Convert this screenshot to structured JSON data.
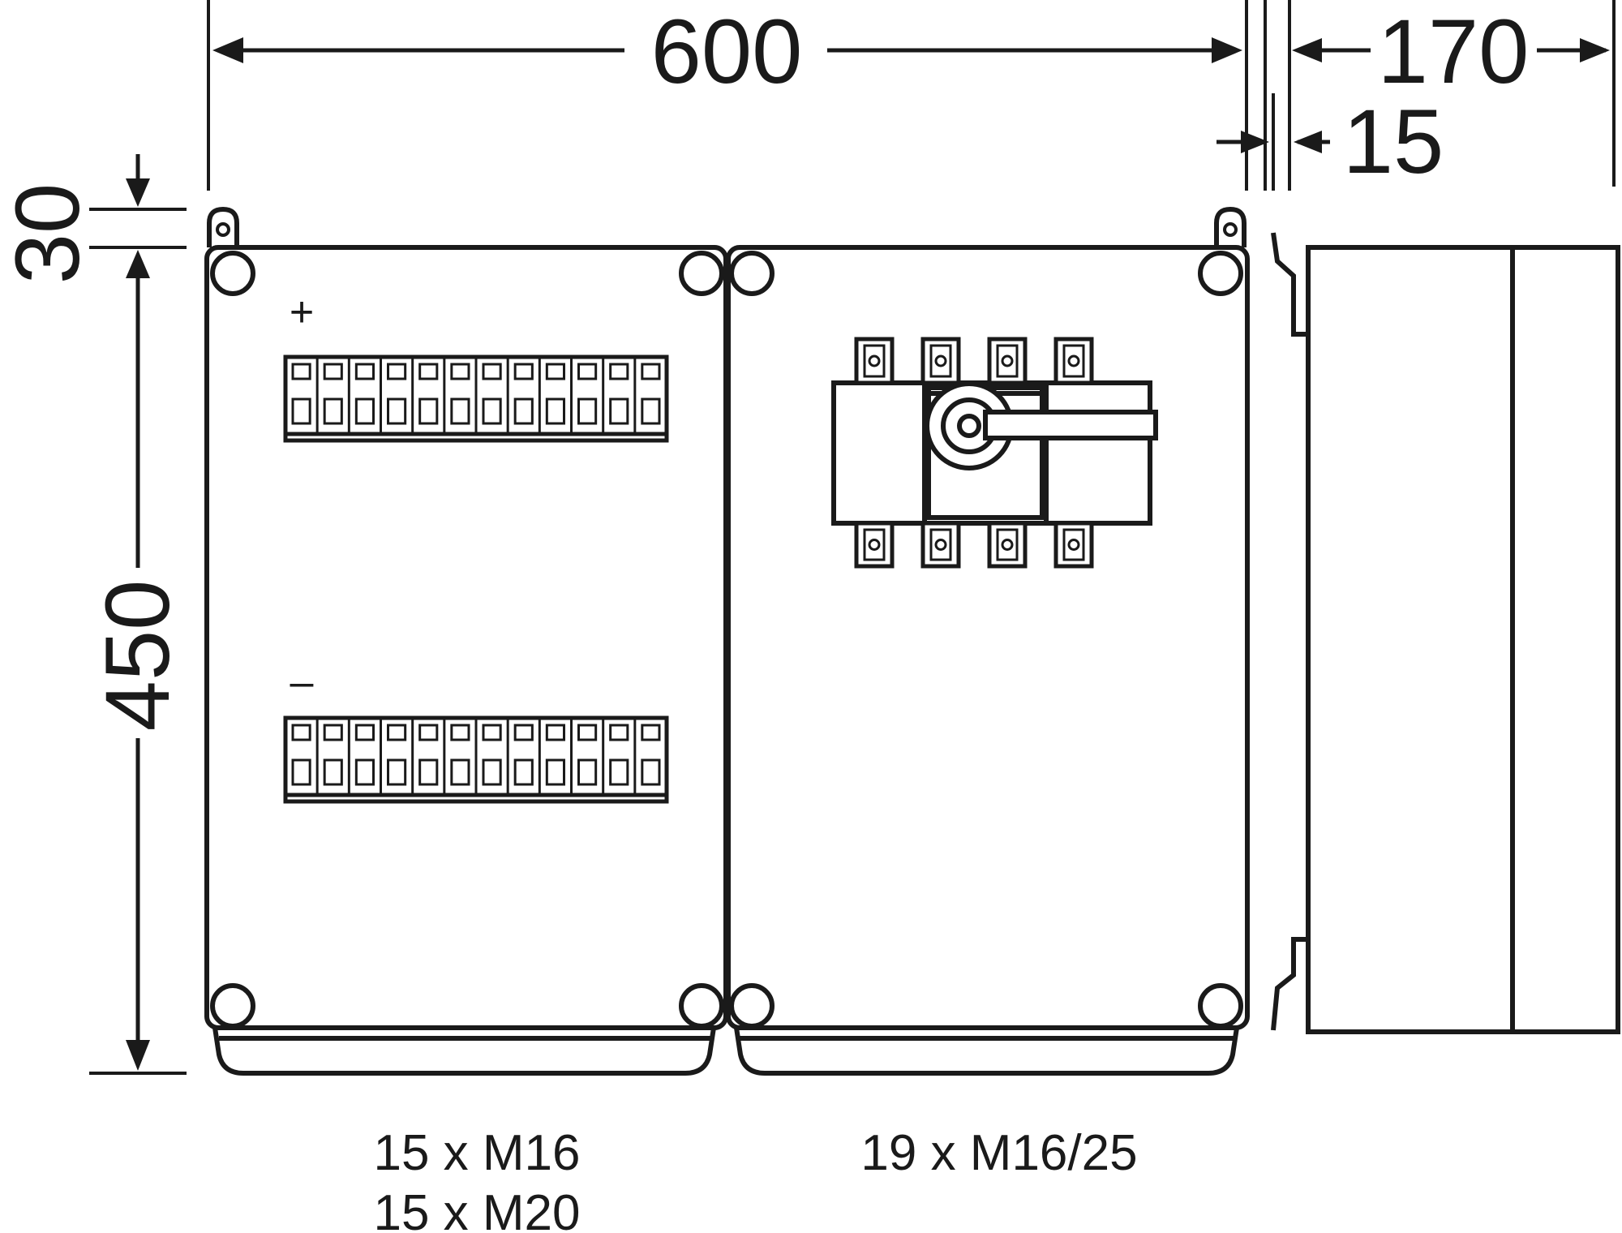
{
  "dimensions": {
    "width": "600",
    "depth": "170",
    "wall": "15",
    "top_offset": "30",
    "height": "450"
  },
  "polarity": {
    "plus": "+",
    "minus": "–"
  },
  "glands": {
    "left_line1": "15 x M16",
    "left_line2": "15 x M20",
    "right_line1": "19 x M16/25"
  },
  "terminal_blocks": {
    "count_per_rail": 12
  },
  "switch": {
    "poles": 4
  },
  "colors": {
    "line": "#1a1a1a",
    "background": "#ffffff"
  }
}
